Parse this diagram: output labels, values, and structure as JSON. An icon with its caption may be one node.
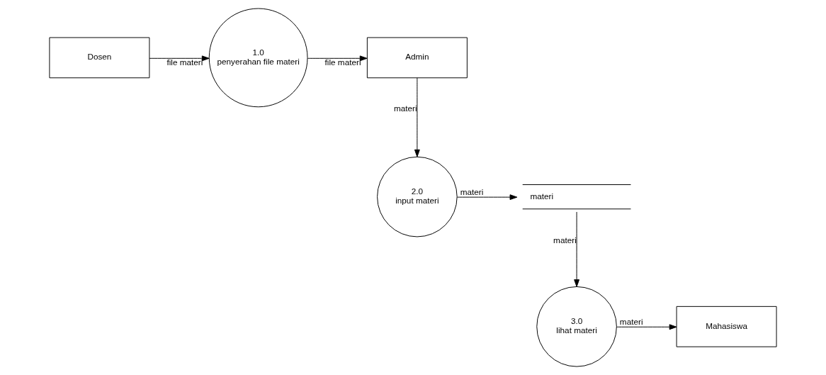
{
  "diagram": {
    "nodes": [
      {
        "text": [
          "Dosen"
        ]
      },
      {
        "text": [
          "1.0",
          "penyerahan file materi"
        ]
      },
      {
        "text": [
          "Admin"
        ]
      },
      {
        "text": [
          "materi"
        ]
      },
      {
        "text": [
          "2.0",
          "input materi"
        ]
      },
      {
        "text": [
          "3.0",
          "lihat materi"
        ]
      },
      {
        "text": [
          "Mahasiswa"
        ]
      }
    ],
    "edges": [
      {
        "from": 0,
        "to": 1,
        "arrow": "to",
        "label": "file materi"
      },
      {
        "from": 1,
        "to": 2,
        "arrow": "to",
        "label": "file materi"
      },
      {
        "from": 2,
        "to": 4,
        "arrow": "to",
        "label": "materi"
      },
      {
        "from": 4,
        "to": 3,
        "arrow": "to",
        "label": "materi"
      },
      {
        "from": 3,
        "to": 5,
        "arrow": "to",
        "label": "materi"
      },
      {
        "from": 5,
        "to": 6,
        "arrow": "to",
        "label": "materi"
      }
    ]
  }
}
